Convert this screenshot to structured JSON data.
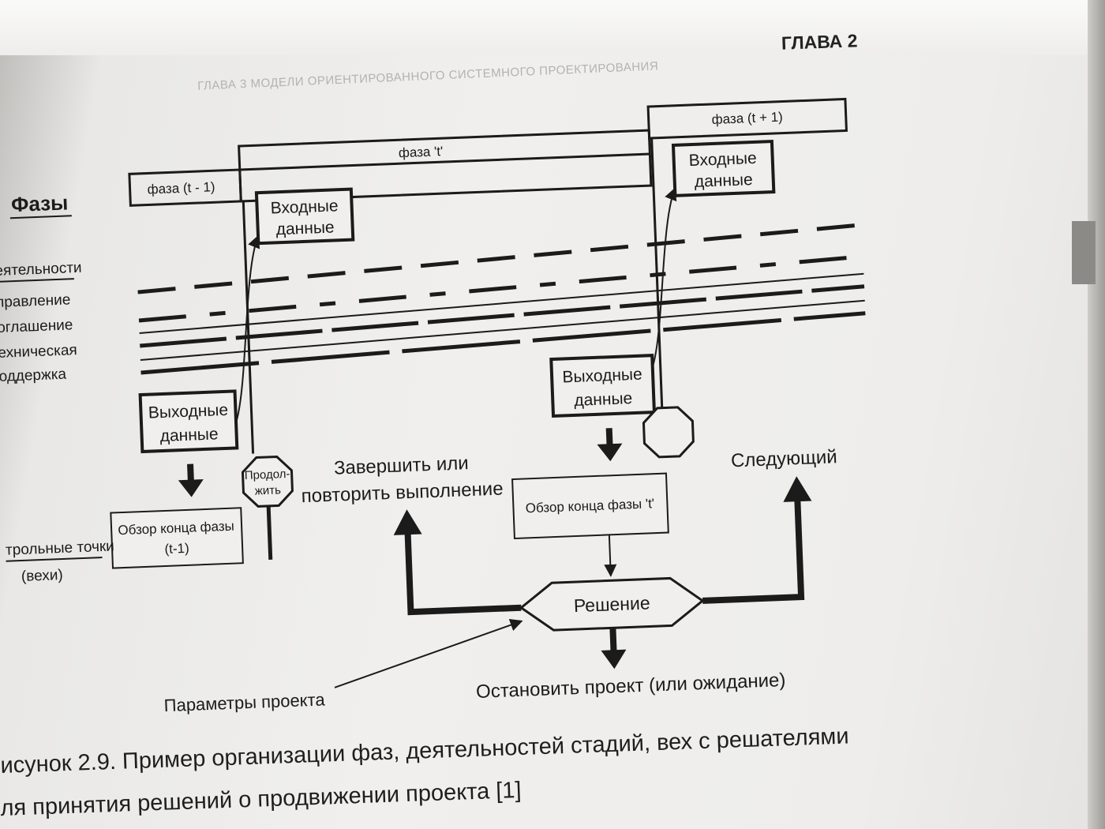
{
  "header": "ГЛАВА 2",
  "faded_header": "ГЛАВА 3 МОДЕЛИ ОРИЕНТИРОВАННОГО СИСТЕМНОГО ПРОЕКТИРОВАНИЯ",
  "left_labels": {
    "phases": "Фазы",
    "activities": "еятельности",
    "management": "правление",
    "agreement": "оглашение",
    "technical": "ехническая",
    "support": "оддержка",
    "control_points": "трольные точки",
    "milestones": "(вехи)"
  },
  "phases": {
    "prev": "фаза (t - 1)",
    "current": "фаза 't'",
    "next": "фаза (t + 1)"
  },
  "boxes": {
    "input_current_l1": "Входные",
    "input_current_l2": "данные",
    "input_next_l1": "Входные",
    "input_next_l2": "данные",
    "output_prev_l1": "Выходные",
    "output_prev_l2": "данные",
    "output_current_l1": "Выходные",
    "output_current_l2": "данные",
    "review_prev_l1": "Обзор конца фазы",
    "review_prev_l2": "(t-1)",
    "review_current": "Обзор конца фазы 't'",
    "continue_l1": "Продол-",
    "continue_l2": "жить",
    "decision": "Решение"
  },
  "labels": {
    "finish_l1": "Завершить или",
    "finish_l2": "повторить выполнение",
    "next": "Следующий",
    "params": "Параметры проекта",
    "stop": "Остановить проект (или ожидание)"
  },
  "caption": {
    "line1": "исунок 2.9. Пример организации фаз, деятельностей стадий, вех с решателями",
    "line2": "ля принятия решений о продвижении проекта [1]"
  },
  "colors": {
    "ink": "#1b1b1b",
    "paper": "#f0efed"
  }
}
